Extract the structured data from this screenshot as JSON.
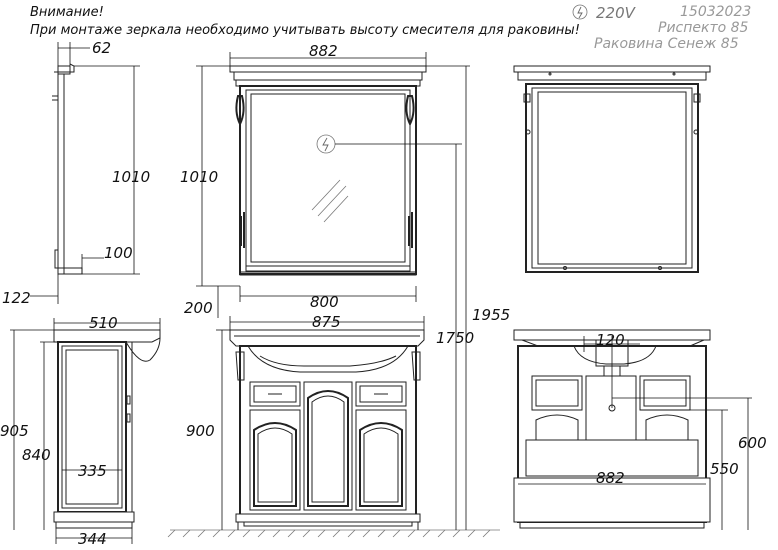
{
  "notes": {
    "warning_title": "Внимание!",
    "warning_text": "При монтаже зеркала необходимо учитывать высоту смесителя для раковины!"
  },
  "header": {
    "voltage": "220V",
    "code": "15032023",
    "line1": "Риспекто 85",
    "line2": "Раковина Сенеж 85"
  },
  "dimensions": {
    "mirror_depth": "62",
    "mirror_height_side": "1010",
    "mirror_height_front": "1010",
    "shelf_depth": "100",
    "side_offset": "122",
    "mirror_width": "882",
    "mirror_inner_width": "800",
    "gap": "200",
    "basin_width": "875",
    "total_height": "1955",
    "mirror_mount_height": "1750",
    "cabinet_depth_top": "510",
    "cabinet_total_height": "905",
    "cabinet_body_height": "840",
    "cabinet_inner_depth": "335",
    "cabinet_base_depth": "344",
    "cabinet_height_front": "900",
    "drain_offset": "120",
    "rear_width": "882",
    "pipe_height_600": "600",
    "pipe_height_550": "550"
  },
  "icons": {
    "outlet": "power-outlet-icon",
    "outlet_mark_color": "#555555"
  }
}
